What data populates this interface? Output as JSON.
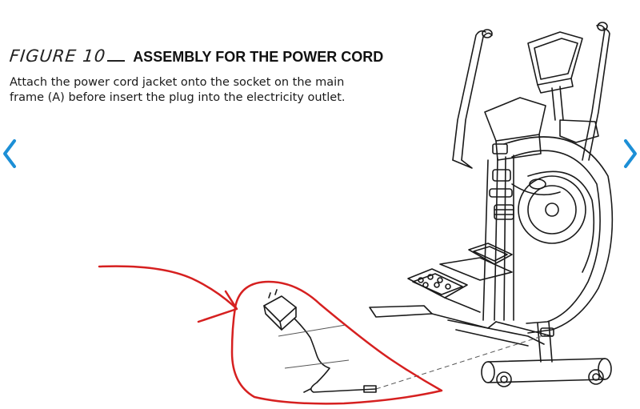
{
  "figure": {
    "label": "FIGURE 10",
    "title": "ASSEMBLY FOR THE POWER CORD",
    "instruction": "Attach the power cord jacket onto the socket on the main frame (A) before insert the plug into the electricity outlet."
  },
  "navigation": {
    "prev_icon": "chevron-left-icon",
    "next_icon": "chevron-right-icon"
  },
  "colors": {
    "nav_arrow": "#1c8fd6",
    "annotation": "#d62020",
    "line_art": "#1a1a1a"
  }
}
